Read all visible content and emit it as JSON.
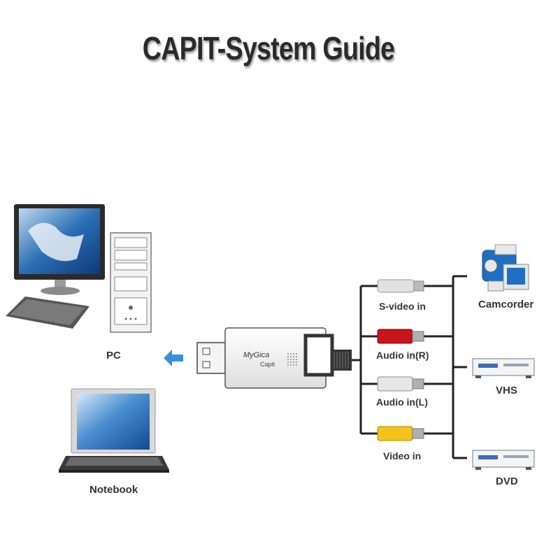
{
  "title": "CAPIT-System Guide",
  "labels": {
    "pc": "PC",
    "notebook": "Notebook",
    "svideo": "S-video in",
    "audio_r": "Audio in(R)",
    "audio_l": "Audio in(L)",
    "video": "Video in",
    "camcorder": "Camcorder",
    "vhs": "VHS",
    "dvd": "DVD"
  },
  "device": {
    "brand": "MyGica",
    "model": "Capit"
  },
  "icons": {
    "pc": "desktop-pc-icon",
    "notebook": "laptop-icon",
    "arrow": "arrow-left-icon",
    "camcorder": "camcorder-icon",
    "vhs": "vhs-player-icon",
    "dvd": "dvd-player-icon"
  },
  "colors": {
    "arrow": "#3a8fd8",
    "audio_r_plug": "#c8141a",
    "audio_l_plug": "#e6e6e6",
    "video_plug": "#f2c318",
    "svideo_plug": "#e0e0e0"
  }
}
